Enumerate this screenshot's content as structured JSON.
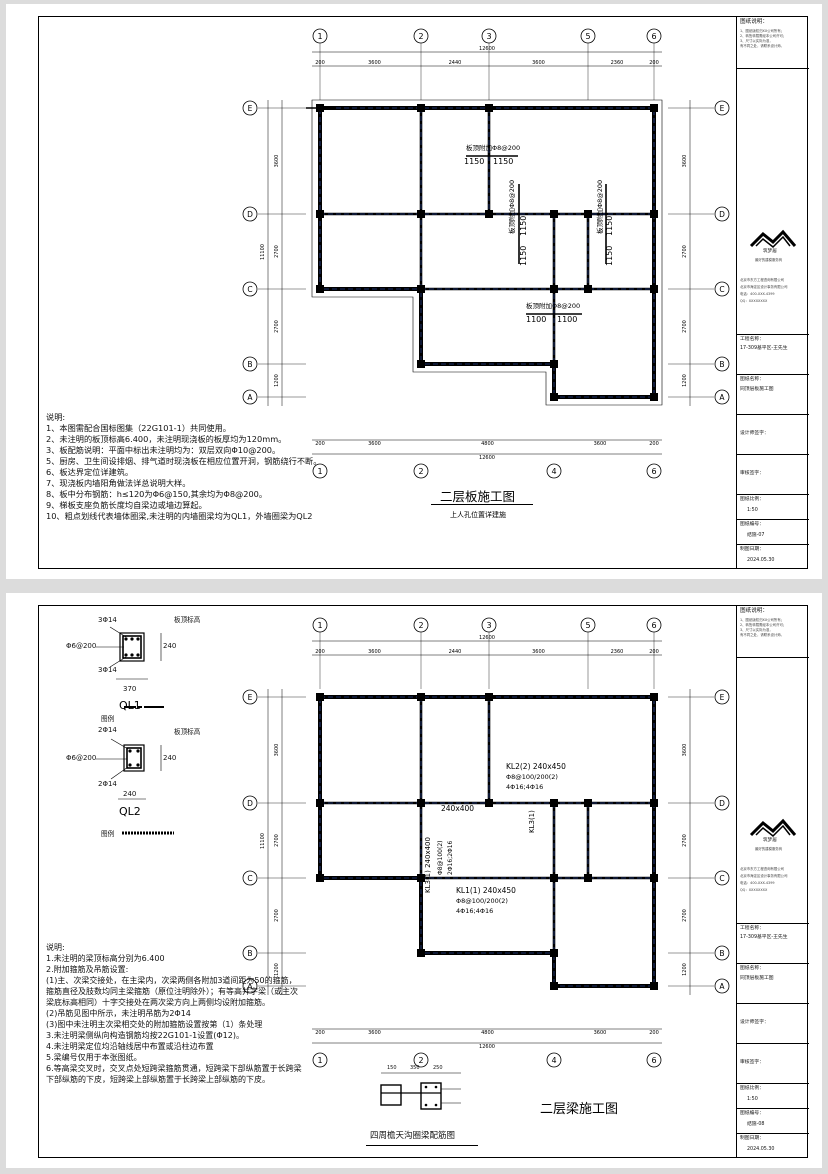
{
  "grid": {
    "top_axis_labels": [
      "1",
      "2",
      "3",
      "5",
      "6"
    ],
    "top_total": "12600",
    "top_dims": [
      "200",
      "3600",
      "2440",
      "3600",
      "2360",
      "200"
    ],
    "bottom_axis_labels": [
      "1",
      "2",
      "4",
      "6"
    ],
    "bottom_total": "12600",
    "bottom_dims": [
      "200",
      "3600",
      "4800",
      "3600",
      "200"
    ],
    "row_axis_labels": [
      "E",
      "D",
      "C",
      "B",
      "A"
    ],
    "left_total": "11100",
    "left_dims": [
      "3600",
      "2700",
      "2700",
      "1200"
    ],
    "right_dims": [
      "3600",
      "2700",
      "2700",
      "1200"
    ]
  },
  "sheet1": {
    "title": "二层板施工图",
    "subtitle": "上人孔位置详建施",
    "notes_title": "说明:",
    "notes": [
      "1、本图需配合国标图集（22G101-1）共同使用。",
      "2、未注明的板顶标高6.400，未注明现浇板的板厚均为120mm。",
      "3、板配筋说明：平面中标出未注明均为：双层双向Φ10@200。",
      "5、厨房、卫生间设排烟、排气道时现浇板在相应位置开洞，钢筋绕行不断。",
      "6、板达界定位详建筑。",
      "7、现浇板内墙阳角做法详总说明大样。",
      "8、板中分布钢筋：h≤120为Φ6@150,其余均为Φ8@200。",
      "9、梯板支座负筋长度均自梁边或墙边算起。",
      "10、粗点划线代表墙体圈梁,未注明的内墙圈梁均为QL1，外墙圈梁为QL2"
    ],
    "slab_labels": [
      "板顶附加Φ8@200",
      "板顶附加Φ8@200",
      "板顶附加Φ8@200",
      "板顶附加Φ8@200"
    ],
    "slab_dims": [
      "1150",
      "1150",
      "1100",
      "1100",
      "1150",
      "1150",
      "1150",
      "1150"
    ]
  },
  "sheet2": {
    "title": "二层梁施工图",
    "notes_title": "说明:",
    "notes": [
      "1.未注明的梁顶标高分别为6.400",
      "2.附加箍筋及吊筋设置:",
      "(1)主、次梁交接处，在主梁内，次梁两侧各附加3道间距为50的箍筋，",
      "箍筋直径及肢数均同主梁箍筋（原位注明除外）；有等高井字梁（或主次",
      "梁底标高相同）十字交接处在两次梁方向上两侧均设附加箍筋。",
      "(2)吊筋见图中所示，未注明吊筋为2Φ14",
      "(3)图中未注明主次梁相交处的附加箍筋设置按第（1）条处理",
      "3.未注明梁侧纵向构造钢筋均按22G101-1设置(Φ12)。",
      "4.未注明梁定位均沿轴线居中布置或沿柱边布置",
      "5.梁编号仅用于本张图纸。",
      "6.等高梁交叉时，交叉点处短跨梁箍筋贯通，短跨梁下部纵筋置于长跨梁",
      "下部纵筋的下皮，短跨梁上部纵筋置于长跨梁上部纵筋的下皮。"
    ],
    "beams": [
      {
        "name": "KL2(2) 240x450",
        "stirrup": "Φ8@100/200(2)",
        "bars": "4Φ16;4Φ16"
      },
      {
        "name": "KL1(1) 240x450",
        "stirrup": "Φ8@100/200(2)",
        "bars": "4Φ16;4Φ16"
      },
      {
        "name": "KL3(1) 240x400",
        "stirrup": "Φ8@100(2)",
        "bars": "2Φ16;2Φ16"
      },
      {
        "name": "KL3(1)",
        "stirrup": "",
        "bars": ""
      }
    ],
    "beam_size_note": "240x400",
    "ql1": {
      "top": "3Φ14",
      "stirrup": "Φ6@200",
      "bottom": "3Φ14",
      "width": "370",
      "height": "240",
      "label": "QL1",
      "tag": "板顶标高",
      "legend": "图例"
    },
    "ql2": {
      "top": "2Φ14",
      "stirrup": "Φ6@200",
      "bottom": "2Φ14",
      "width": "240",
      "height": "240",
      "label": "QL2",
      "tag": "板顶标高",
      "legend": "图例"
    },
    "eave_caption": "四周檐天沟圈梁配筋图",
    "eave_dims": [
      "150",
      "350",
      "250"
    ]
  },
  "title_block": {
    "remarks_title": "图纸说明：",
    "remarks": [
      "1、图纸版权归XX公司所有；",
      "2、转售转载需经本公司许可；",
      "3、尺寸以实际为准，",
      "有不同之处，请联系设计师。"
    ],
    "brand": "筑梦居",
    "brand_sub": "最好的建模服务商",
    "company_lines": [
      "北京市东方工程咨询有限公司",
      "北京市海淀区设计事务有限公司",
      "电话：400-XXX-4399",
      "QQ：XXXXXXXX"
    ],
    "project_label": "工程名称：",
    "project_value": "17-309基平区-王先生",
    "drawing_label": "图纸名称：",
    "drawing_value": "同顶层板施工图",
    "design_label": "设计师签字：",
    "review_label": "审核签字：",
    "scale_label": "图纸比例：",
    "scale_value": "1:50",
    "number_label": "图纸编号：",
    "sheet1_number": "结施-07",
    "sheet2_number": "结施-08",
    "date_label": "制图日期：",
    "date_value": "2024.05.30"
  },
  "colors": {
    "wall": "#000000",
    "beam_dash": "#3a5fd0",
    "axis": "#000000",
    "paper": "#ffffff"
  }
}
